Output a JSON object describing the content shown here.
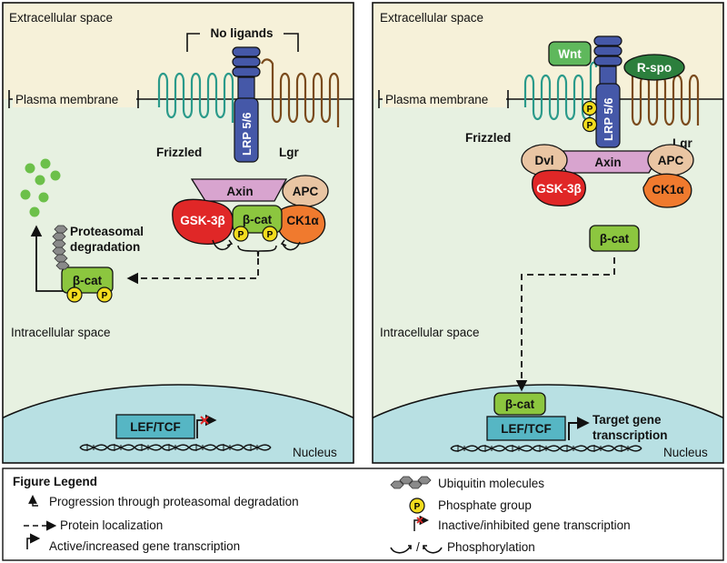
{
  "left_panel": {
    "extracellular": "Extracellular space",
    "membrane": "Plasma membrane",
    "no_ligands": "No ligands",
    "frizzled": "Frizzled",
    "lrp": "LRP 5/6",
    "lgr": "Lgr",
    "axin": "Axin",
    "apc": "APC",
    "gsk": "GSK-3β",
    "bcat_complex": "β-cat",
    "ck1": "CK1α",
    "phospho": "P",
    "proteasomal_1": "Proteasomal",
    "proteasomal_2": "degradation",
    "bcat_degraded": "β-cat",
    "intracellular": "Intracellular space",
    "lef_tcf": "LEF/TCF",
    "nucleus": "Nucleus"
  },
  "right_panel": {
    "extracellular": "Extracellular space",
    "membrane": "Plasma membrane",
    "wnt": "Wnt",
    "rspo": "R-spo",
    "frizzled": "Frizzled",
    "lrp": "LRP 5/6",
    "lgr": "Lgr",
    "dvl": "Dvl",
    "axin": "Axin",
    "apc": "APC",
    "gsk": "GSK-3β",
    "ck1": "CK1α",
    "phospho": "P",
    "bcat_free": "β-cat",
    "intracellular": "Intracellular space",
    "bcat_nuclear": "β-cat",
    "lef_tcf": "LEF/TCF",
    "target_1": "Target gene",
    "target_2": "transcription",
    "nucleus": "Nucleus"
  },
  "legend": {
    "title": "Figure Legend",
    "items": {
      "progression": "Progression through proteasomal degradation",
      "localization": "Protein localization",
      "active": "Active/increased gene transcription",
      "ubiquitin": "Ubiquitin molecules",
      "phosphate": "Phosphate group",
      "phosphate_symbol": "P",
      "inactive": "Inactive/inhibited gene transcription",
      "phosphorylation": "Phosphorylation",
      "phosphorylation_sep": "/"
    }
  },
  "colors": {
    "extracellular": "#f6f1d9",
    "intracellular": "#e7f1e1",
    "nucleus": "#b8e0e3",
    "frizzled": "#2a9a8a",
    "lgr": "#7a4a1c",
    "lrp": "#4558a8",
    "axin": "#d8a4cf",
    "apc_ck_dvl": "#e9c5a3",
    "gsk": "#e02727",
    "ck1": "#f07a2e",
    "bcat": "#8cc63f",
    "wnt_rspo": "#2c7f3d",
    "wnt": "#5fb85c",
    "phospho": "#f2dc1e",
    "ubiquitin": "#8a8a8a",
    "lef_tcf": "#56b6c4"
  }
}
